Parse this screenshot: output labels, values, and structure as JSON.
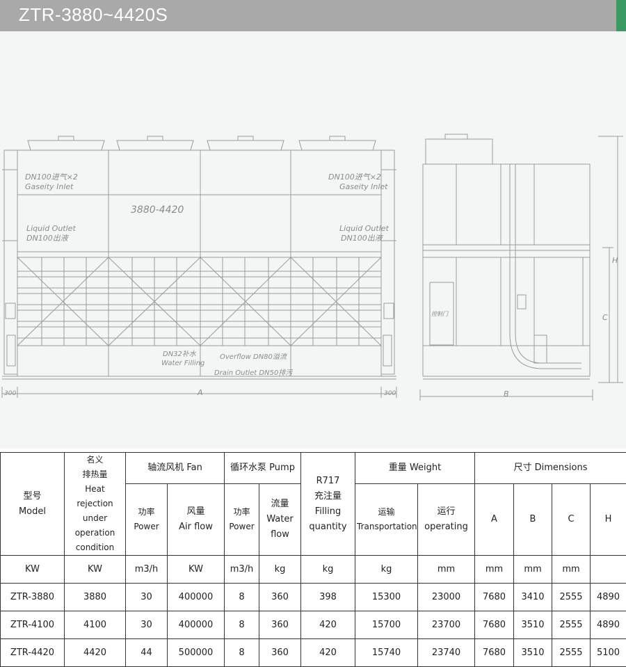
{
  "header": {
    "title": "ZTR-3880~4420S",
    "accent_color": "#3a9a63",
    "bar_color": "#a9a9a9"
  },
  "drawing": {
    "model_label": "3880-4420",
    "gas_inlet_cn": "DN100进气×2",
    "gas_inlet_en": "Gaseity Inlet",
    "liquid_outlet_en": "Liquid Outlet",
    "liquid_outlet_cn": "DN100出液",
    "water_fill_cn": "DN32补水",
    "water_fill_en": "Water Filling",
    "overflow": "Overflow DN80溢流",
    "drain": "Drain Outlet DN50排污",
    "panel_label": "控制门",
    "dim_a": "A",
    "dim_b": "B",
    "dim_c": "C",
    "dim_h": "H",
    "dim_300": "300"
  },
  "table": {
    "header": {
      "model": [
        "型号",
        "Model"
      ],
      "heat": [
        "名义",
        "排热量",
        "Heat rejection",
        "under",
        "operation",
        "condition"
      ],
      "fan": "轴流风机 Fan",
      "pump": "循环水泵 Pump",
      "r717": [
        "R717",
        "充注量",
        "Filling",
        "quantity"
      ],
      "weight": "重量 Weight",
      "dimensions": "尺寸 Dimensions",
      "fan_power": [
        "功率",
        "Power"
      ],
      "fan_air": [
        "风量",
        "Air flow"
      ],
      "pump_power": [
        "功率",
        "Power"
      ],
      "pump_flow": [
        "流量",
        "Water",
        "flow"
      ],
      "transport": [
        "运输",
        "Transportation"
      ],
      "operating": [
        "运行",
        "operating"
      ],
      "dim_cols": [
        "A",
        "B",
        "C",
        "H"
      ]
    },
    "units": [
      "KW",
      "KW",
      "m3/h",
      "KW",
      "m3/h",
      "kg",
      "kg",
      "kg",
      "mm",
      "mm",
      "mm",
      "mm"
    ],
    "rows": [
      [
        "ZTR-3880",
        "3880",
        "30",
        "400000",
        "8",
        "360",
        "398",
        "15300",
        "23000",
        "7680",
        "3410",
        "2555",
        "4890"
      ],
      [
        "ZTR-4100",
        "4100",
        "30",
        "400000",
        "8",
        "360",
        "420",
        "15700",
        "23700",
        "7680",
        "3510",
        "2555",
        "4890"
      ],
      [
        "ZTR-4420",
        "4420",
        "44",
        "500000",
        "8",
        "360",
        "420",
        "15740",
        "23740",
        "7680",
        "3510",
        "2555",
        "5100"
      ]
    ]
  }
}
